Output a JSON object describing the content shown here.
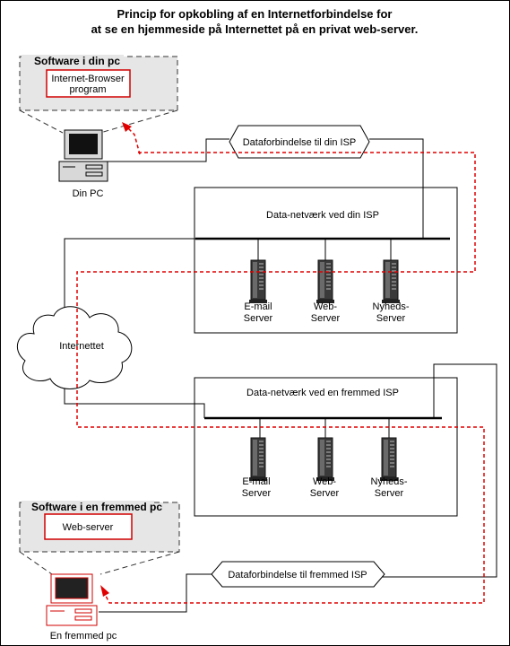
{
  "title": {
    "line1": "Princip for opkobling af en Internetforbindelse for",
    "line2": "at se en hjemmeside på Internettet på en privat web-server."
  },
  "pc_panel": {
    "heading": "Software i din pc",
    "box_line1": "Internet-Browser",
    "box_line2": "program"
  },
  "foreign_panel": {
    "heading": "Software i en fremmed  pc",
    "box_line1": "Web-server"
  },
  "labels": {
    "din_pc": "Din PC",
    "foreign_pc": "En fremmed pc",
    "conn_isp": "Dataforbindelse til din ISP",
    "conn_foreign": "Dataforbindelse til fremmed ISP",
    "net_isp": "Data-netværk ved din ISP",
    "net_foreign": "Data-netværk ved en fremmed ISP",
    "internet": "Internettet"
  },
  "servers_isp": [
    {
      "line1": "E-mail",
      "line2": "Server"
    },
    {
      "line1": "Web-",
      "line2": "Server"
    },
    {
      "line1": "Nyheds-",
      "line2": "Server"
    }
  ],
  "servers_foreign": [
    {
      "line1": "E-mail",
      "line2": "Server"
    },
    {
      "line1": "Web-",
      "line2": "Server"
    },
    {
      "line1": "Nyheds-",
      "line2": "Server"
    }
  ],
  "colors": {
    "line": "#000000",
    "path": "#e00000",
    "panel": "#e6e6e6",
    "accent": "#d00000"
  }
}
